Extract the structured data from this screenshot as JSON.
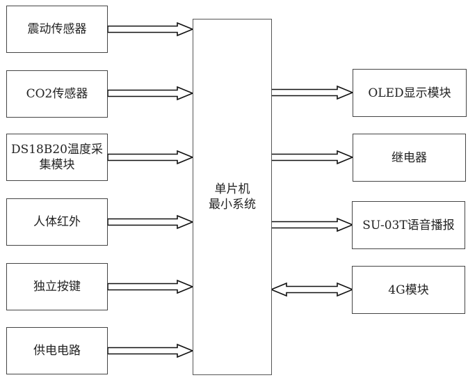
{
  "inputs": [
    {
      "label": "震动传感器"
    },
    {
      "label": "CO2传感器"
    },
    {
      "label_line1": "DS18B20温度采",
      "label_line2": "集模块"
    },
    {
      "label": "人体红外"
    },
    {
      "label": "独立按键"
    },
    {
      "label": "供电电路"
    }
  ],
  "mcu": {
    "line1": "单片机",
    "line2": "最小系统"
  },
  "outputs": [
    {
      "label": "OLED显示模块",
      "direction": "out"
    },
    {
      "label": "继电器",
      "direction": "out"
    },
    {
      "label": "SU-03T语音播报",
      "direction": "out"
    },
    {
      "label": "4G模块",
      "direction": "bidirectional"
    }
  ]
}
